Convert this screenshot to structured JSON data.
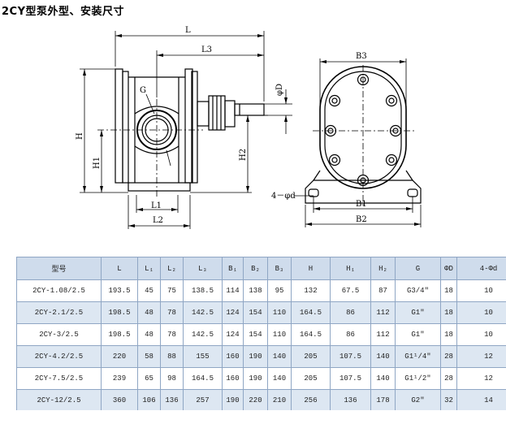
{
  "title": "2CY型泵外型、安装尺寸",
  "drawing_labels": {
    "L": "L",
    "L3": "L3",
    "G": "G",
    "phiD": "φD",
    "H": "H",
    "H1": "H1",
    "H2": "H2",
    "L1": "L1",
    "L2": "L2",
    "B3": "B3",
    "B1": "B1",
    "B2": "B2",
    "four_phid": "4－φd"
  },
  "table": {
    "headers": [
      "型号",
      "L",
      "L₁",
      "L₂",
      "L₃",
      "B₁",
      "B₂",
      "B₃",
      "H",
      "H₁",
      "H₂",
      "G",
      "ΦD",
      "4-Φd"
    ],
    "rows": [
      [
        "2CY-1.08/2.5",
        "193.5",
        "45",
        "75",
        "138.5",
        "114",
        "138",
        "95",
        "132",
        "67.5",
        "87",
        "G3/4″",
        "18",
        "10"
      ],
      [
        "2CY-2.1/2.5",
        "198.5",
        "48",
        "78",
        "142.5",
        "124",
        "154",
        "110",
        "164.5",
        "86",
        "112",
        "G1″",
        "18",
        "10"
      ],
      [
        "2CY-3/2.5",
        "198.5",
        "48",
        "78",
        "142.5",
        "124",
        "154",
        "110",
        "164.5",
        "86",
        "112",
        "G1″",
        "18",
        "10"
      ],
      [
        "2CY-4.2/2.5",
        "220",
        "58",
        "88",
        "155",
        "160",
        "190",
        "140",
        "205",
        "107.5",
        "140",
        "G1¹/4″",
        "28",
        "12"
      ],
      [
        "2CY-7.5/2.5",
        "239",
        "65",
        "98",
        "164.5",
        "160",
        "190",
        "140",
        "205",
        "107.5",
        "140",
        "G1¹/2″",
        "28",
        "12"
      ],
      [
        "2CY-12/2.5",
        "360",
        "106",
        "136",
        "257",
        "190",
        "220",
        "210",
        "256",
        "136",
        "178",
        "G2″",
        "32",
        "14"
      ]
    ]
  }
}
